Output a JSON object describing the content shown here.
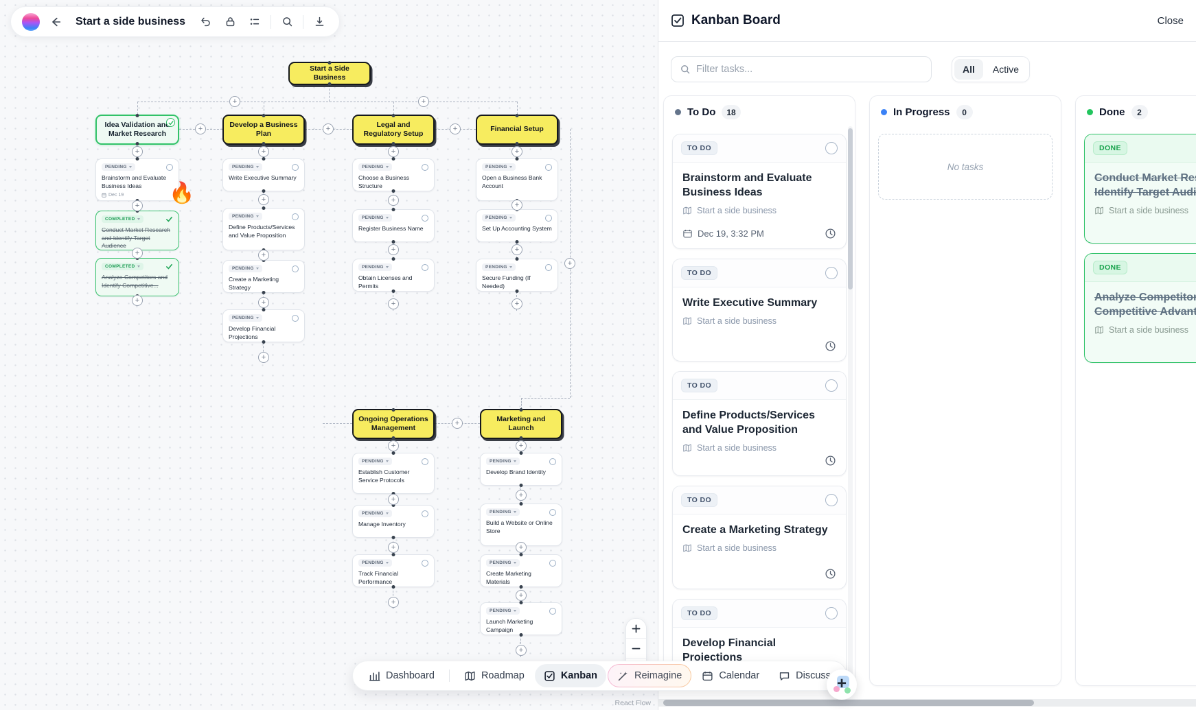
{
  "toolbar": {
    "title": "Start a side business"
  },
  "flow": {
    "root_title": "Start a Side Business",
    "attribution": "React Flow",
    "cols": [
      {
        "title": "Idea Validation and Market Research",
        "tasks": [
          {
            "status": "PENDING",
            "title": "Brainstorm and Evaluate Business Ideas",
            "date": "Dec 19"
          },
          {
            "status": "COMPLETED",
            "title": "Conduct Market Research and Identify Target Audience"
          },
          {
            "status": "COMPLETED",
            "title": "Analyze Competitors and Identify Competitive..."
          }
        ]
      },
      {
        "title": "Develop a Business Plan",
        "tasks": [
          {
            "status": "PENDING",
            "title": "Write Executive Summary"
          },
          {
            "status": "PENDING",
            "title": "Define Products/Services and Value Proposition"
          },
          {
            "status": "PENDING",
            "title": "Create a Marketing Strategy"
          },
          {
            "status": "PENDING",
            "title": "Develop Financial Projections"
          }
        ]
      },
      {
        "title": "Legal and Regulatory Setup",
        "tasks": [
          {
            "status": "PENDING",
            "title": "Choose a Business Structure"
          },
          {
            "status": "PENDING",
            "title": "Register Business Name"
          },
          {
            "status": "PENDING",
            "title": "Obtain Licenses and Permits"
          }
        ]
      },
      {
        "title": "Financial Setup",
        "tasks": [
          {
            "status": "PENDING",
            "title": "Open a Business Bank Account"
          },
          {
            "status": "PENDING",
            "title": "Set Up Accounting System"
          },
          {
            "status": "PENDING",
            "title": "Secure Funding (If Needed)"
          }
        ]
      },
      {
        "title": "Ongoing Operations Management",
        "tasks": [
          {
            "status": "PENDING",
            "title": "Establish Customer Service Protocols"
          },
          {
            "status": "PENDING",
            "title": "Manage Inventory"
          },
          {
            "status": "PENDING",
            "title": "Track Financial Performance"
          }
        ]
      },
      {
        "title": "Marketing and Launch",
        "tasks": [
          {
            "status": "PENDING",
            "title": "Develop Brand Identity"
          },
          {
            "status": "PENDING",
            "title": "Build a Website or Online Store"
          },
          {
            "status": "PENDING",
            "title": "Create Marketing Materials"
          },
          {
            "status": "PENDING",
            "title": "Launch Marketing Campaign"
          }
        ]
      }
    ]
  },
  "nav": {
    "items": [
      {
        "label": "Dashboard"
      },
      {
        "label": "Roadmap"
      },
      {
        "label": "Kanban"
      },
      {
        "label": "Reimagine"
      },
      {
        "label": "Calendar"
      },
      {
        "label": "Discuss"
      }
    ]
  },
  "kanban": {
    "title": "Kanban Board",
    "close_label": "Close",
    "filter_placeholder": "Filter tasks...",
    "filter_all": "All",
    "filter_active": "Active",
    "todo_badge": "TO DO",
    "done_badge": "DONE",
    "project_link": "Start a side business",
    "columns": [
      {
        "name": "To Do",
        "count": 18
      },
      {
        "name": "In Progress",
        "count": 0,
        "empty_text": "No tasks"
      },
      {
        "name": "Done",
        "count": 2
      }
    ],
    "todo_cards": [
      {
        "title": "Brainstorm and Evaluate Business Ideas",
        "due": "Dec 19, 3:32 PM"
      },
      {
        "title": "Write Executive Summary"
      },
      {
        "title": "Define Products/Services and Value Proposition"
      },
      {
        "title": "Create a Marketing Strategy"
      },
      {
        "title": "Develop Financial Projections"
      }
    ],
    "done_cards": [
      {
        "title": "Conduct Market Research and Identify Target Audience"
      },
      {
        "title": "Analyze Competitors and Identify Competitive Advantages"
      }
    ]
  },
  "colors": {
    "accent_green": "#22c55e",
    "accent_blue": "#3b82f6",
    "node_yellow": "#f7ec5f",
    "todo_dot": "#64748b"
  }
}
